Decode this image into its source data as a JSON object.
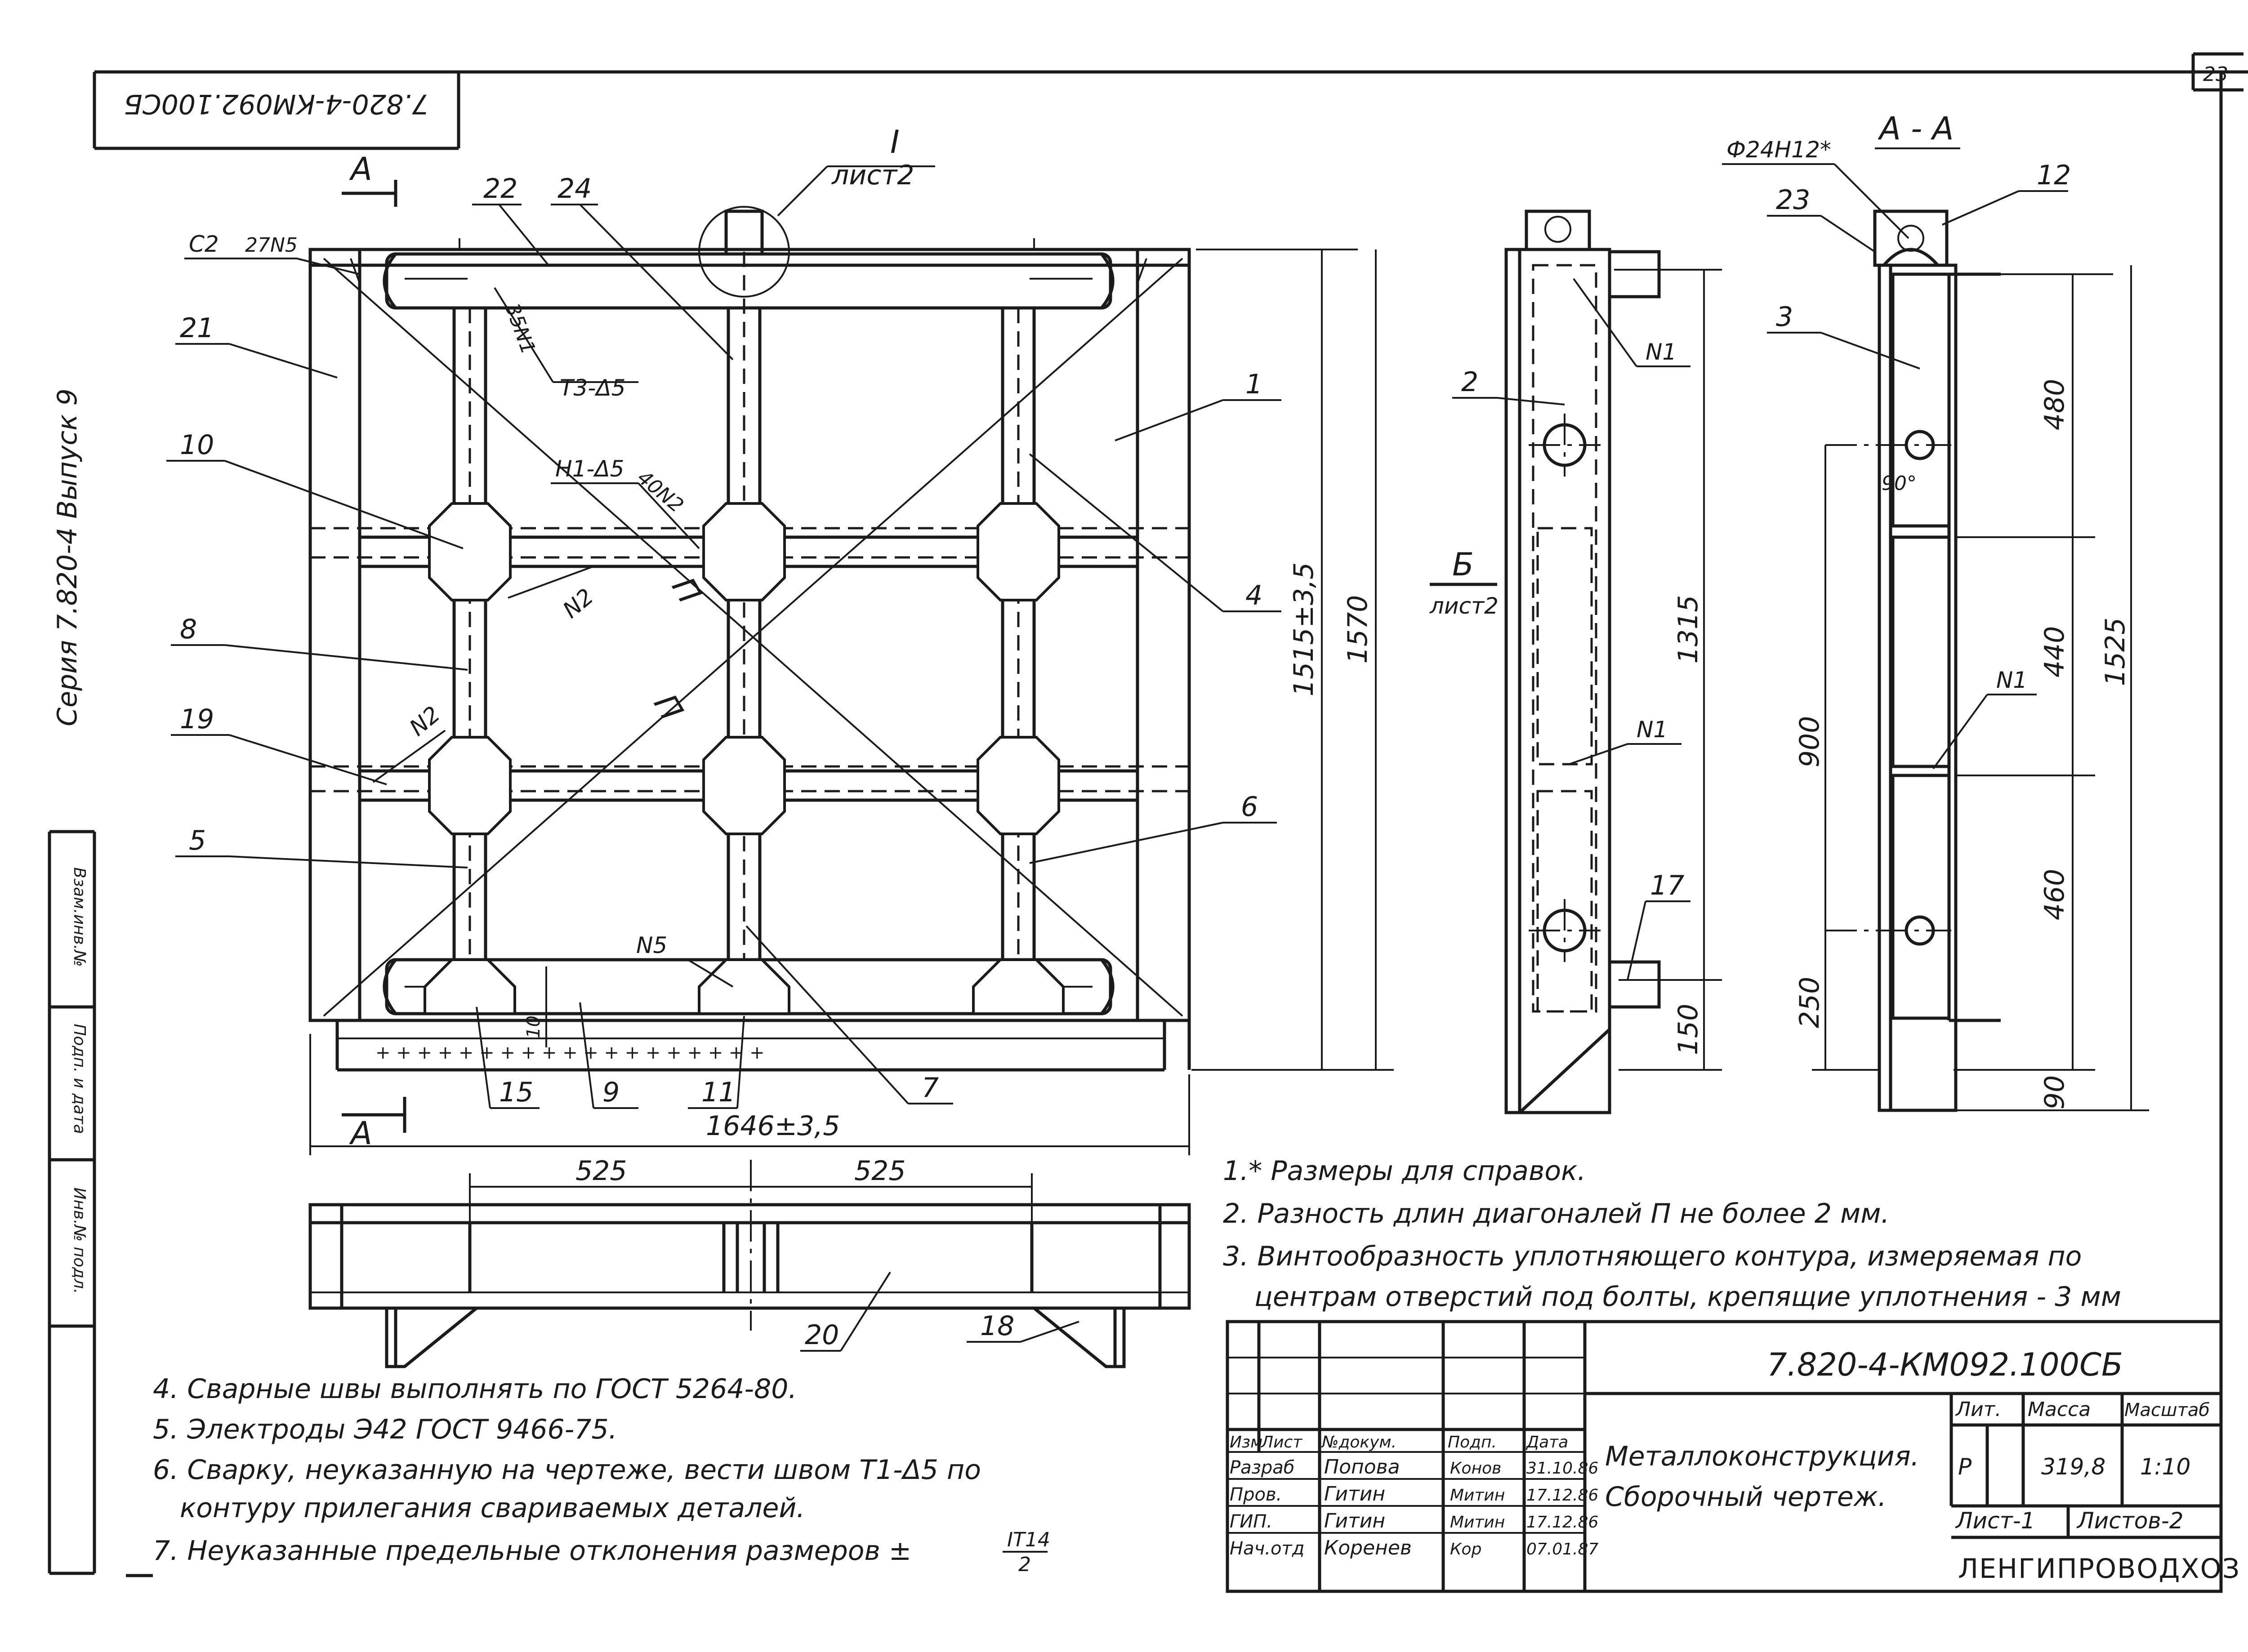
{
  "sheet_corner_number": "23",
  "rotated_code": "7.820-4-КМ092.100СБ",
  "series_vertical": "Серия 7.820-4   Выпуск 9",
  "left_margin_labels": [
    "Взам.инв.№",
    "Подп. и дата",
    "Инв.№ подл."
  ],
  "section_aa": "А - А",
  "section_a_marker": "А",
  "detail_callout": {
    "number": "I",
    "sheet": "лист2"
  },
  "view_b": {
    "letter": "Б",
    "sheet": "лист2"
  },
  "weld_marks": {
    "c2": "С2",
    "m27n5": "27N5",
    "m35n1": "35N1",
    "t3": "Т3-Δ5",
    "h1": "Н1-Δ5",
    "m40n2": "40N2",
    "n2a": "N2",
    "n2b": "N2",
    "n5": "N5",
    "n1a": "N1",
    "n1b": "N1",
    "n1c": "N1",
    "p1": "П",
    "p2": "П"
  },
  "front_positions": [
    "22",
    "24",
    "21",
    "1",
    "10",
    "4",
    "8",
    "19",
    "5",
    "6",
    "15",
    "9",
    "11",
    "7"
  ],
  "dims_front": {
    "width": "1646±3,5",
    "height_inner": "1515±3,5",
    "height_outer": "1570",
    "gap": "10"
  },
  "dims_side": {
    "d1315": "1315",
    "d150": "150"
  },
  "side_positions": [
    "2",
    "17"
  ],
  "section_positions": [
    "12",
    "23",
    "3"
  ],
  "section_hole": "Ф24Н12*",
  "section_angle": "90°",
  "dims_section": {
    "d480": "480",
    "d440": "440",
    "d1525": "1525",
    "d900": "900",
    "d460": "460",
    "d250": "250",
    "d90": "90"
  },
  "bottom_view_dims": [
    "525",
    "525"
  ],
  "bottom_positions": [
    "20",
    "18"
  ],
  "notes_right": [
    "1.* Размеры для справок.",
    "2. Разность длин диагоналей П не более 2 мм.",
    "3. Винтообразность уплотняющего контура, измеряемая по",
    "центрам отверстий под болты, крепящие уплотнения - 3 мм"
  ],
  "notes_left": [
    "4. Сварные швы выполнять по ГОСТ 5264-80.",
    "5. Электроды Э42 ГОСТ 9466-75.",
    "6. Сварку, неуказанную на чертеже, вести швом Т1-Δ5 по",
    "контуру прилегания свариваемых деталей.",
    "7. Неуказанные предельные отклонения размеров ±"
  ],
  "tolerance_fraction": {
    "num": "IT14",
    "den": "2"
  },
  "title_block": {
    "code": "7.820-4-КМ092.100СБ",
    "name_line1": "Металлоконструкция.",
    "name_line2": "Сборочный чертеж.",
    "headers": {
      "izm": "Изм",
      "list": "Лист",
      "ndoc": "№докум.",
      "podp": "Подп.",
      "data": "Дата"
    },
    "signers": [
      {
        "role": "Разраб",
        "name": "Попова",
        "sign": "Конов",
        "date": "31.10.86"
      },
      {
        "role": "Пров.",
        "name": "Гитин",
        "sign": "Митин",
        "date": "17.12.86"
      },
      {
        "role": "ГИП.",
        "name": "Гитин",
        "sign": "Митин",
        "date": "17.12.86"
      },
      {
        "role": "Нач.отд",
        "name": "Коренев",
        "sign": "Кор",
        "date": "07.01.87"
      }
    ],
    "lit_label": "Лит.",
    "mass_label": "Масса",
    "scale_label": "Масштаб",
    "lit": "Р",
    "mass": "319,8",
    "scale": "1:10",
    "sheet": "Лист-1",
    "sheets": "Листов-2",
    "org": "ЛЕНГИПРОВОДХОЗ"
  }
}
